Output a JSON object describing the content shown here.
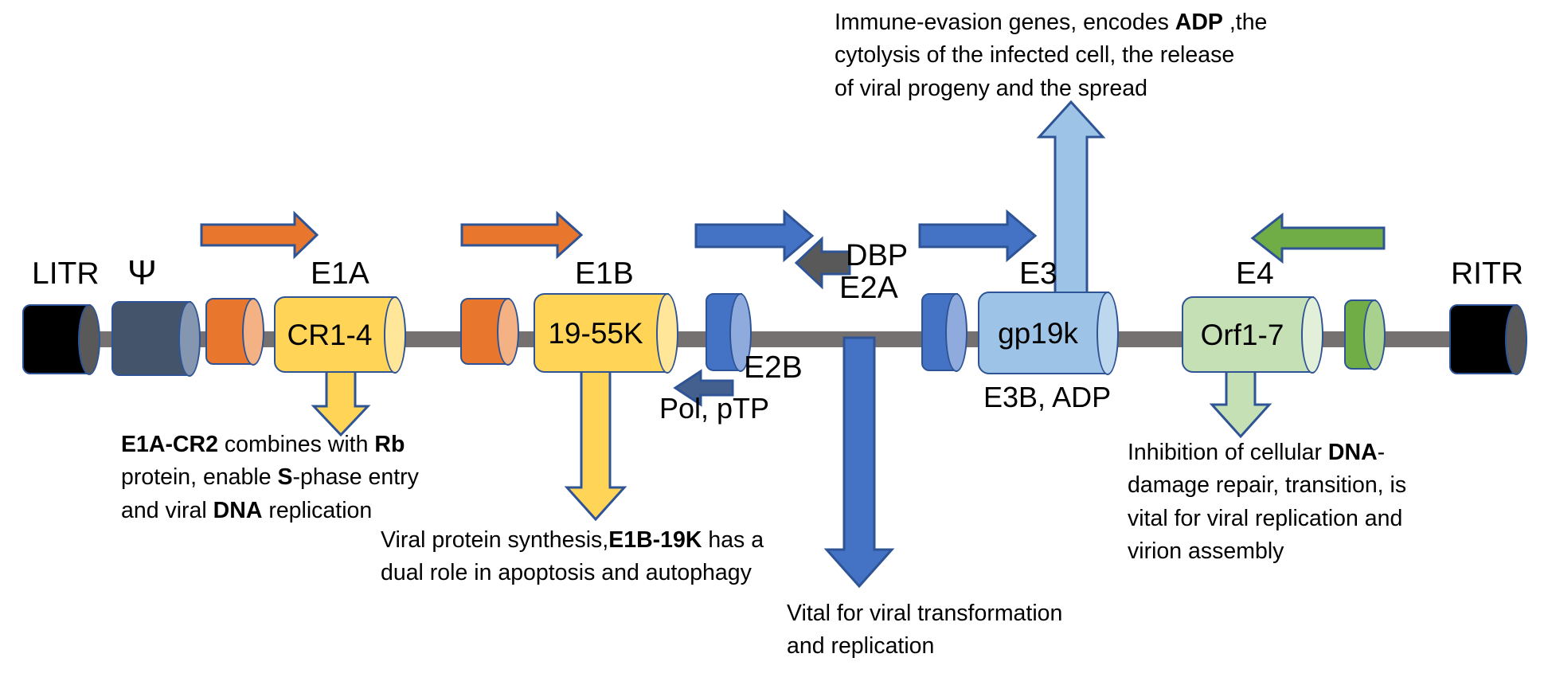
{
  "diagram": {
    "title": "Adenovirus genome organization map",
    "backbone_color": "#767171",
    "outline_color": "#2E5496"
  },
  "terminals": {
    "left": {
      "label": "LITR",
      "color": "#000000"
    },
    "right": {
      "label": "RITR",
      "color": "#000000"
    },
    "packaging": {
      "label": "Ψ",
      "color": "#44546A"
    }
  },
  "genes": [
    {
      "id": "litr",
      "label": "LITR",
      "box_text": "",
      "fill": "#000000",
      "cap": "#595959"
    },
    {
      "id": "psi",
      "label": "Ψ",
      "box_text": "",
      "fill": "#44546A",
      "cap": "#8496B0"
    },
    {
      "id": "e1a_pre",
      "label": "",
      "box_text": "",
      "fill": "#E8762C",
      "cap": "#F4B183"
    },
    {
      "id": "e1a",
      "label": "E1A",
      "box_text": "CR1-4",
      "fill": "#FFD457",
      "cap": "#FFE699"
    },
    {
      "id": "e1b_pre",
      "label": "",
      "box_text": "",
      "fill": "#E8762C",
      "cap": "#F4B183"
    },
    {
      "id": "e1b",
      "label": "E1B",
      "box_text": "19-55K",
      "fill": "#FFD457",
      "cap": "#FFE699"
    },
    {
      "id": "e2b",
      "label": "E2B",
      "box_text": "",
      "fill": "#4472C4",
      "cap": "#8FAADC"
    },
    {
      "id": "e2a",
      "label": "E2A",
      "box_text": "",
      "fill": "#4472C4",
      "cap": "#8FAADC"
    },
    {
      "id": "e3",
      "label": "E3",
      "box_text": "gp19k",
      "fill": "#9DC3E6",
      "cap": "#BDD7EE"
    },
    {
      "id": "e4",
      "label": "E4",
      "box_text": "Orf1-7",
      "fill": "#C5E0B4",
      "cap": "#E2F0D9"
    },
    {
      "id": "e4_post",
      "label": "",
      "box_text": "",
      "fill": "#70AD47",
      "cap": "#A9D18E"
    },
    {
      "id": "ritr",
      "label": "RITR",
      "box_text": "",
      "fill": "#000000",
      "cap": "#595959"
    }
  ],
  "transcript_labels": {
    "dbp": "DBP",
    "e2b_products": "Pol, pTP",
    "e3_products": "E3B, ADP"
  },
  "arrows": {
    "e1a_right": {
      "direction": "right",
      "color": "#E8762C"
    },
    "e1b_right": {
      "direction": "right",
      "color": "#E8762C"
    },
    "e2a_right": {
      "direction": "right",
      "color": "#4472C4"
    },
    "dbp_left": {
      "direction": "left",
      "color": "#595959"
    },
    "e3_right": {
      "direction": "right",
      "color": "#4472C4"
    },
    "e2b_left": {
      "direction": "left",
      "color": "#44608F"
    },
    "e4_left": {
      "direction": "left",
      "color": "#70AD47"
    },
    "e1a_down": {
      "direction": "down",
      "color": "#FFD457"
    },
    "e1b_down": {
      "direction": "down",
      "color": "#FFD457"
    },
    "e2a_down": {
      "direction": "down",
      "color": "#4472C4"
    },
    "e3_up": {
      "direction": "up",
      "color": "#9DC3E6"
    },
    "e4_down": {
      "direction": "down",
      "color": "#C5E0B4"
    }
  },
  "annotations": {
    "e3": {
      "id": "e3-note",
      "lines": [
        [
          {
            "t": "Immune-evasion genes, encodes ",
            "b": false
          },
          {
            "t": "ADP",
            "b": true
          },
          {
            "t": " ,the",
            "b": false
          }
        ],
        [
          {
            "t": "cytolysis of the infected cell, the release",
            "b": false
          }
        ],
        [
          {
            "t": "of viral progeny and the spread",
            "b": false
          }
        ]
      ]
    },
    "e1a": {
      "id": "e1a-note",
      "lines": [
        [
          {
            "t": "E1A-CR2",
            "b": true
          },
          {
            "t": " combines with ",
            "b": false
          },
          {
            "t": "Rb",
            "b": true
          }
        ],
        [
          {
            "t": "protein, enable ",
            "b": false
          },
          {
            "t": "S",
            "b": true
          },
          {
            "t": "-phase entry",
            "b": false
          }
        ],
        [
          {
            "t": "and viral ",
            "b": false
          },
          {
            "t": "DNA",
            "b": true
          },
          {
            "t": " replication",
            "b": false
          }
        ]
      ]
    },
    "e1b": {
      "id": "e1b-note",
      "lines": [
        [
          {
            "t": "Viral protein synthesis,",
            "b": false
          },
          {
            "t": "E1B-19K",
            "b": true
          },
          {
            "t": " has a",
            "b": false
          }
        ],
        [
          {
            "t": "dual role in apoptosis and autophagy",
            "b": false
          }
        ]
      ]
    },
    "e2a": {
      "id": "e2a-note",
      "lines": [
        [
          {
            "t": "Vital for viral transformation",
            "b": false
          }
        ],
        [
          {
            "t": "and replication",
            "b": false
          }
        ]
      ]
    },
    "e4": {
      "id": "e4-note",
      "lines": [
        [
          {
            "t": "Inhibition of cellular ",
            "b": false
          },
          {
            "t": "DNA",
            "b": true
          },
          {
            "t": "-",
            "b": false
          }
        ],
        [
          {
            "t": "damage repair, transition, is",
            "b": false
          }
        ],
        [
          {
            "t": "vital for viral replication and",
            "b": false
          }
        ],
        [
          {
            "t": "virion assembly",
            "b": false
          }
        ]
      ]
    }
  }
}
